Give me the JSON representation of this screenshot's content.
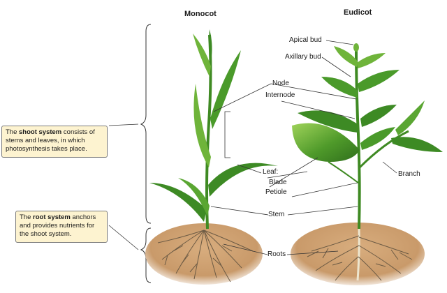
{
  "titles": {
    "monocot": "Monocot",
    "eudicot": "Eudicot"
  },
  "callouts": {
    "shoot": {
      "pre": "The ",
      "bold": "shoot system",
      "post": " consists of stems and leaves, in which photosynthesis takes place."
    },
    "root": {
      "pre": "The ",
      "bold": "root system",
      "post": " anchors and provides nutrients for the shoot system."
    }
  },
  "labels": {
    "apical_bud": "Apical bud",
    "axillary_bud": "Axillary bud",
    "node": "Node",
    "internode": "Internode",
    "leaf": "Leaf:",
    "blade": "Blade",
    "petiole": "Petiole",
    "branch": "Branch",
    "stem": "Stem",
    "roots": "Roots"
  },
  "colors": {
    "leaf_dark": "#2f7a1f",
    "leaf_light": "#7cc144",
    "soil": "#c99a6a",
    "root": "#6b5a44",
    "callout_bg": "#fdf3d0"
  }
}
